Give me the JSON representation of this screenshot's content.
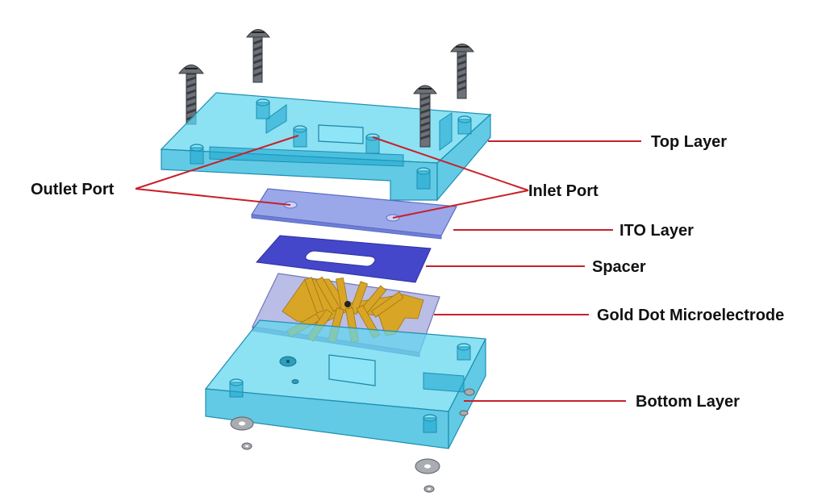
{
  "labels": {
    "top_layer": "Top Layer",
    "outlet_port": "Outlet Port",
    "inlet_port": "Inlet Port",
    "ito_layer": "ITO Layer",
    "spacer": "Spacer",
    "gold_dot": "Gold Dot Microelectrode",
    "bottom_layer": "Bottom Layer"
  },
  "colors": {
    "acrylic": "#5fd6ee",
    "ito": "#8f9ee8",
    "spacer": "#4447c9",
    "gold": "#d9a526",
    "leader": "#c8202a"
  }
}
